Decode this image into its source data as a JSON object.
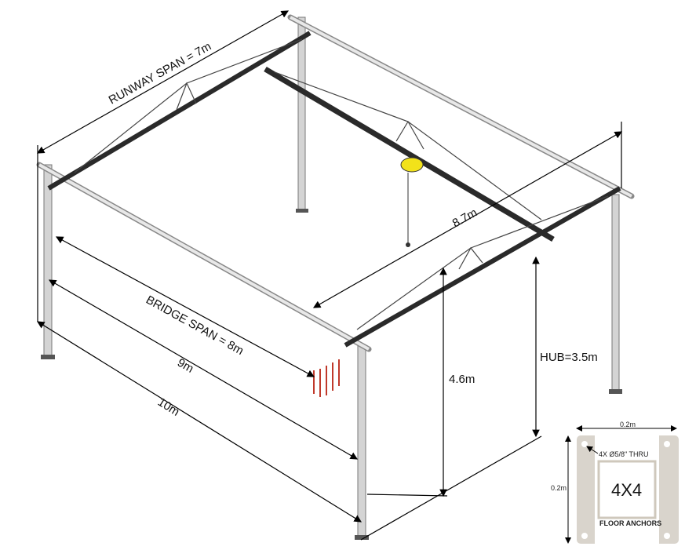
{
  "dimensions": {
    "runway_span": "RUNWAY SPAN = 7m",
    "diagonal": "8.7m",
    "bridge_span": "BRIDGE SPAN = 8m",
    "length_9": "9m",
    "length_10": "10m",
    "height": "4.6m",
    "hub": "HUB=3.5m"
  },
  "inset": {
    "width": "0.2m",
    "height": "0.2m",
    "holes": "4X Ø5/8\" THRU",
    "size": "4X4",
    "caption": "FLOOR ANCHORS"
  },
  "colors": {
    "hoist": "#f2e21a",
    "festoon": "#c0392b",
    "steel": "#c8c8c8",
    "beam": "#2a2a2a"
  }
}
